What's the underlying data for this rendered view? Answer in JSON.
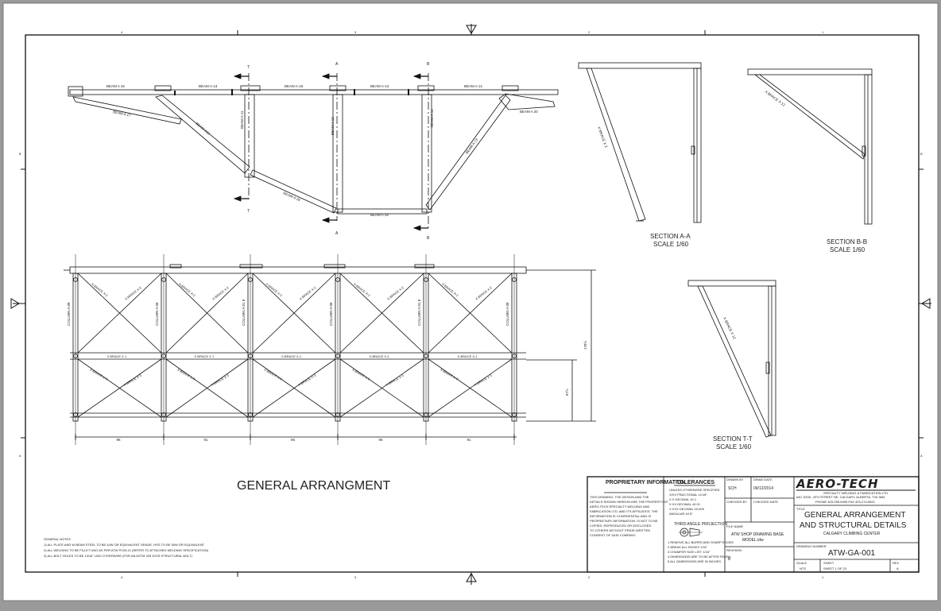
{
  "drawing": {
    "title": "GENERAL ARRANGMENT",
    "top_view": {
      "beams": [
        "BEAM A 16",
        "BEAM A-13",
        "BEAM A-15",
        "BEAM A-13",
        "BEAM A 14"
      ],
      "vertical_beams": [
        "BEAM A 11",
        "BEAM A 12",
        "BEAM A 14"
      ],
      "diagonal_beams": [
        "BEAM A 17",
        "BEAM A15",
        "BEAM A 18",
        "BEAM A 19",
        "BEAM A 13",
        "BEAM A 20"
      ],
      "cut_marks": [
        "T",
        "T",
        "A",
        "A",
        "B",
        "B"
      ]
    },
    "sections": [
      {
        "title": "SECTION A-A",
        "scale": "SCALE 1/60",
        "brace": "X BRACE X 2"
      },
      {
        "title": "SECTION B-B",
        "scale": "SCALE 1/60",
        "brace": "X BRACE X 12"
      },
      {
        "title": "SECTION T-T",
        "scale": "SCALE 1/60",
        "brace": "X BRACE X 12"
      }
    ],
    "elevation": {
      "columns": [
        "COLUMN A 08",
        "COLUMN A 08",
        "COLUMN A 01 8",
        "COLUMN A 08",
        "COLUMN A 01 8",
        "COLUMN A 08"
      ],
      "bay_upper_brace": "X-BRACE X-2",
      "bay_mid_brace": [
        "X BRACE X 1",
        "X BRACE X 1",
        "X-BRACE X-1",
        "X-BRACE X-1",
        "X-BRACE X-1"
      ],
      "bay_lower_brace": "X-BRACE X-3",
      "dims": [
        "96",
        "91",
        "96",
        "96",
        "91"
      ],
      "height_total": "178½",
      "height_lower": "67½"
    },
    "grid_top": [
      "4",
      "3",
      "2",
      "1"
    ],
    "grid_side": [
      "B",
      "A"
    ],
    "notes": {
      "heading": "GENERAL NOTES",
      "lines": [
        "1) ALL PLATE AND W BEAM STEEL TO BE 44W OR EQUIVALENT GRADE, HSS TO BE 50W OR EQUIVALENT",
        "2) ALL WELDING TO BE FILLET UNO AS PER ATW PC05-11 (REFER TO ATTACHED WELDING SPECIFICATION)",
        "3) ALL BOLT HOLES TO BE 13/16\" UNO OTHERWISE (FOR AN ASTM 325 3/4\"Ø STRUCTURAL BOLT)"
      ]
    }
  },
  "title_block": {
    "proprietary_heading": "PROPRIETARY INFORMATION",
    "proprietary_text": [
      "THIS DRAWING, THE DESIGN AND THE",
      "DETAILS SHOWN HEREON ARE THE PROPERTY OF",
      "AERO-TECH SPECIALTY WELDING AND",
      "FABRICATION LTD. AND ITS AFFILIATES. THE",
      "INFORMATION IS CONFIDENTIAL AND IS",
      "PROPRIETARY INFORMATION. IS NOT TO BE",
      "COPIED, REPRODUCED OR DISCLOSED",
      "TO OTHERS WITHOUT PRIOR WRITTEN",
      "CONSENT OF SAID COMPANY."
    ],
    "tolerances_heading": "TOLERANCES",
    "tolerances_text": [
      "UNLESS OTHERWISE SPECIFIED",
      "X/XX FRACTIONAL ±1/16\"",
      "X.X DECIMAL ±0.1",
      "X.XX DECIMAL ±0.01",
      "X.XXX DECIMAL ±0.005",
      "ANGULAR ±0.5°"
    ],
    "projection_label": "THIRD ANGLE PROJECTION",
    "tol_notes": [
      "1 REMOVE ALL BURRS AND SHARP EDGES",
      "2 BREAK ALL EDGES 1/32\"",
      "3 CHAMFER SIZE LIST: 1/16\"",
      "4 DIMENSIONS ARE TO BE AFTER FINISH",
      "5 ALL DIMENSIONS ARE IN INCHES"
    ],
    "drawn_label": "DRAWN BY",
    "drawn_value": "SCH",
    "date_label": "DRAW DATE",
    "date_value": "09/12/2014",
    "checked_label": "CHECKED BY",
    "checked_date_label": "CHECKED DATE",
    "file_label": "FILE NAME",
    "file_value": [
      "ATW SHOP DRAWING BASE",
      "MODEL.idw"
    ],
    "revision_label": "REVISION",
    "revision_value": "B",
    "company_logo": "AERO-TECH",
    "company_sub": "SPECIALTY WELDING & FABRICATION LTD.",
    "company_addr": "#40, 5335 - 8TH STREET NE, CALGARY, ALBERTA, T2K 5M4",
    "company_phone": "PHONE 403-295-6055  FAX 403-274-5821",
    "title_label": "TITLE",
    "title_line1": "GENERAL ARRANGEMENT",
    "title_line2": "AND STRUCTURAL DETAILS",
    "title_line3": "CALGARY CLIMBING CENTER",
    "dwg_label": "DRAWING NUMBER",
    "dwg_value": "ATW-GA-001",
    "scale_label": "SCALE",
    "scale_value": "NTS",
    "sheet_label": "SHEET",
    "sheet_value": "SHEET 1 OF 23",
    "rev_label": "REV",
    "rev_value": "A"
  }
}
